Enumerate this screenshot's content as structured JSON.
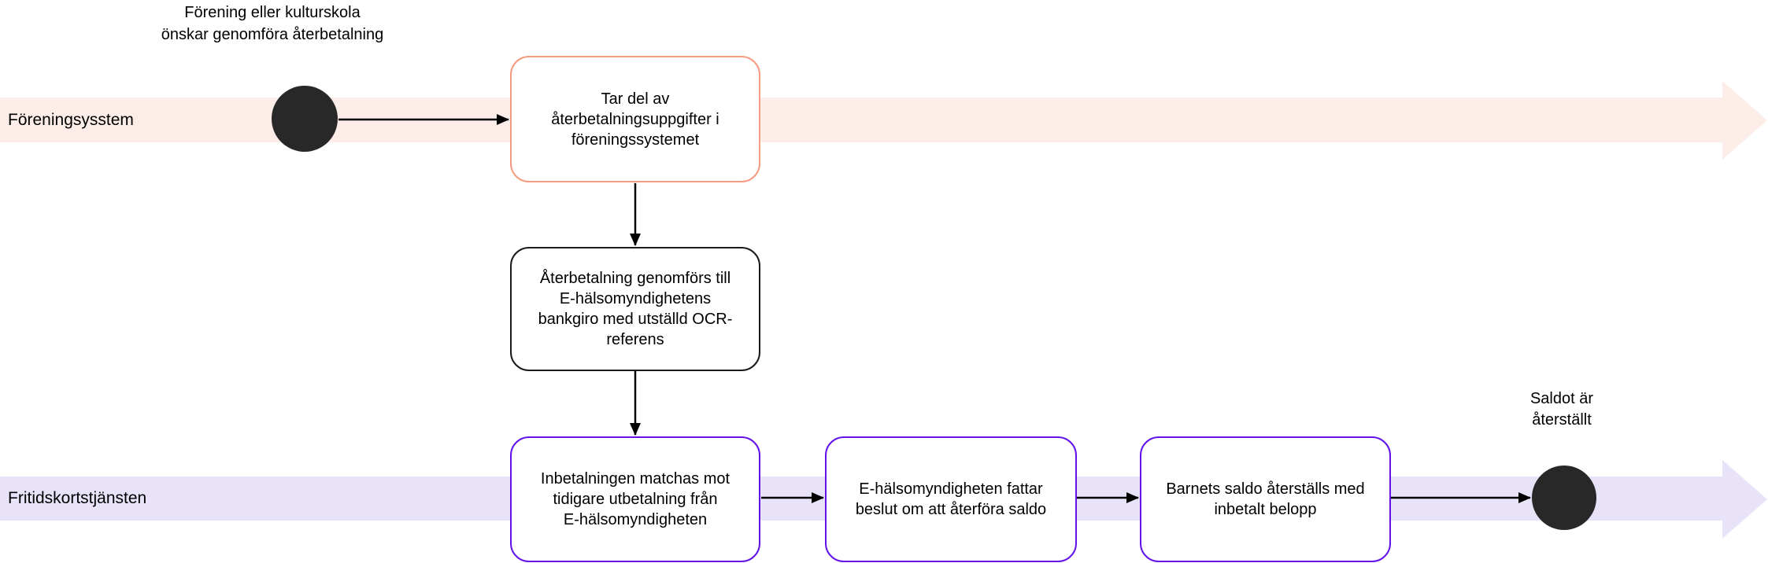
{
  "diagram": {
    "type": "bpmn-swimlane-flowchart"
  },
  "lanes": {
    "top": {
      "label": "Föreningsysstem",
      "band_color": "#fcede8"
    },
    "bottom": {
      "label": "Fritidskortstjänsten",
      "band_color": "#e9e3fa"
    }
  },
  "events": {
    "start": {
      "label": "Förening eller kulturskola\nönskar genomföra återbetalning",
      "fill": "#282828"
    },
    "end": {
      "label": "Saldot är\nåterställt",
      "fill": "#282828"
    }
  },
  "nodes": {
    "step1": {
      "label": "Tar del av\nåterbetalningsuppgifter i\nföreningssystemet",
      "border_color": "#f69b81"
    },
    "step2": {
      "label": "Återbetalning genomförs till\nE-hälsomyndighetens\nbankgiro med utställd OCR-\nreferens",
      "border_color": "#1a1a1a"
    },
    "step3": {
      "label": "Inbetalningen matchas mot\ntidigare utbetalning från\nE-hälsomyndigheten",
      "border_color": "#6312e8"
    },
    "step4": {
      "label": "E-hälsomyndigheten fattar\nbeslut om att återföra saldo",
      "border_color": "#6312e8"
    },
    "step5": {
      "label": "Barnets saldo återställs med\ninbetalt belopp",
      "border_color": "#6312e8"
    }
  },
  "colors": {
    "lane_top_band": "#fcede8",
    "lane_bottom_band": "#e9e3fa",
    "connector": "#000000",
    "text": "#000000"
  }
}
